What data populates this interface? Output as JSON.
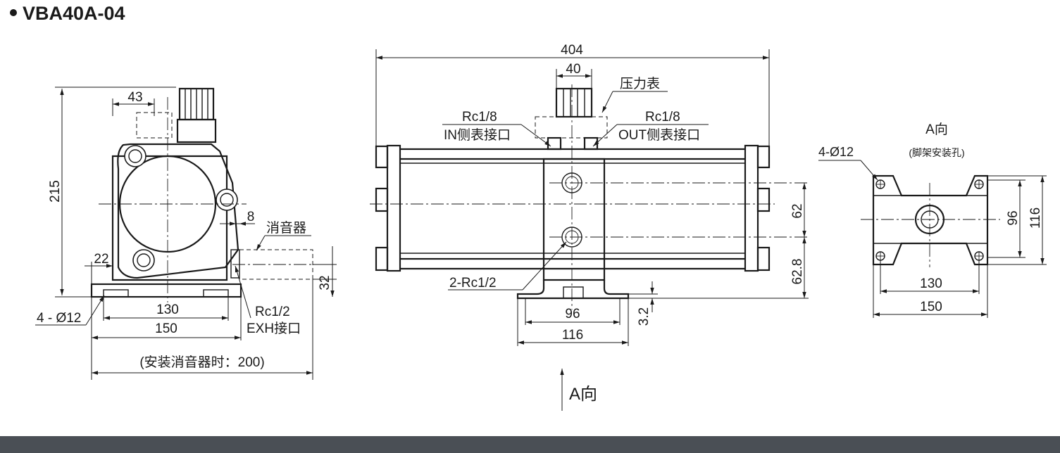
{
  "title": "VBA40A-04",
  "front_view": {
    "dim_top": "43",
    "dim_height": "215",
    "dim_8": "8",
    "dim_22": "22",
    "dim_32": "32",
    "dim_130": "130",
    "dim_150": "150",
    "label_silencer": "消音器",
    "label_holes": "4 - Ø12",
    "label_exh_port": "Rc1/2",
    "label_exh_name": "EXH接口",
    "note_with_silencer": "(安装消音器时：200)"
  },
  "side_view": {
    "dim_404": "404",
    "dim_40": "40",
    "label_gauge": "压力表",
    "label_in_port": "Rc1/8",
    "label_in_name": "IN侧表接口",
    "label_out_port": "Rc1/8",
    "label_out_name": "OUT侧表接口",
    "dim_62": "62",
    "dim_62_8": "62.8",
    "label_rc12": "2-Rc1/2",
    "dim_96": "96",
    "dim_116": "116",
    "dim_3_2": "3.2",
    "arrow_label": "A向"
  },
  "a_view": {
    "title": "A向",
    "subtitle": "(脚架安装孔)",
    "label_holes": "4-Ø12",
    "dim_96": "96",
    "dim_116": "116",
    "dim_130": "130",
    "dim_150": "150"
  }
}
